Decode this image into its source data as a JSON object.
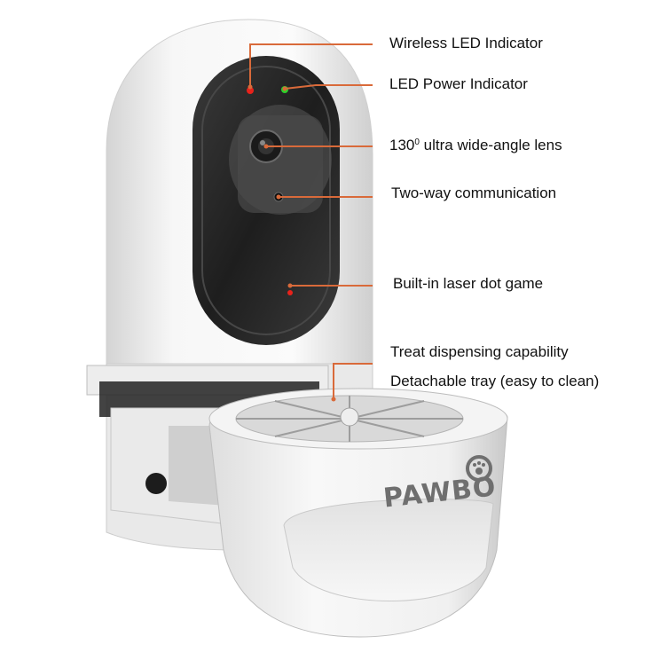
{
  "product": {
    "brand": "PAWBO"
  },
  "callouts": [
    {
      "id": "wireless-led",
      "label": "Wireless LED Indicator"
    },
    {
      "id": "power-led",
      "label": "LED Power Indicator"
    },
    {
      "id": "lens",
      "label_number": "130",
      "label_sup": "0",
      "label_rest": " ultra wide-angle lens"
    },
    {
      "id": "two-way",
      "label": "Two-way communication"
    },
    {
      "id": "laser",
      "label": "Built-in laser dot game"
    },
    {
      "id": "treat",
      "label": "Treat dispensing capability"
    },
    {
      "id": "tray",
      "label": "Detachable tray (easy to clean)"
    }
  ],
  "colors": {
    "callout_line": "#d96a3a",
    "shell": "#f3f3f3",
    "face": "#2a2a2a",
    "led_red": "#e8221b",
    "led_green": "#2bd12b",
    "brand_gray": "#6f6f6f"
  }
}
